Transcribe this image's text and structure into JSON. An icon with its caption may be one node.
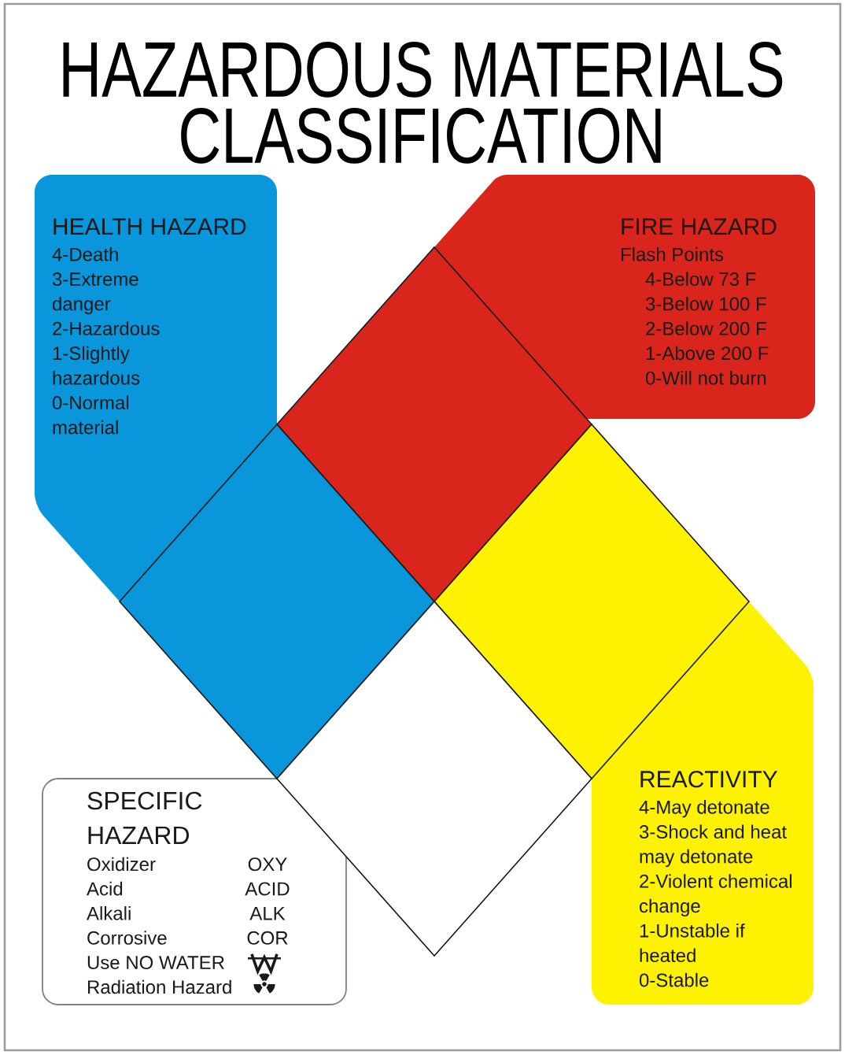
{
  "diagram": {
    "title": "HAZARDOUS MATERIALS CLASSIFICATION",
    "nodes": [
      {
        "text": [
          "HEALTH HAZARD",
          "4-Death",
          "3-Extreme danger",
          "2-Hazardous",
          "1-Slightly hazardous",
          "0-Normal material"
        ]
      },
      {
        "text": [
          "FIRE HAZARD",
          "Flash Points",
          "4-Below 73 F",
          "3-Below 100 F",
          "2-Below 200 F",
          "1-Above 200 F",
          "0-Will not burn"
        ]
      },
      {
        "text": [],
        "shape": "diamond"
      },
      {
        "text": [],
        "shape": "diamond"
      },
      {
        "text": [],
        "shape": "diamond"
      },
      {
        "text": [],
        "shape": "diamond"
      },
      {
        "text": [
          "SPECIFIC HAZARD",
          "Oxidizer",
          "OXY",
          "Acid",
          "ACID",
          "Alkali",
          "ALK",
          "Corrosive",
          "COR",
          "Use NO WATER",
          "Radiation Hazard"
        ]
      },
      {
        "text": [
          "REACTIVITY",
          "4-May detonate",
          "3-Shock and heat may detonate",
          "2-Violent chemical change",
          "1-Unstable if heated",
          "0-Stable"
        ]
      }
    ]
  }
}
